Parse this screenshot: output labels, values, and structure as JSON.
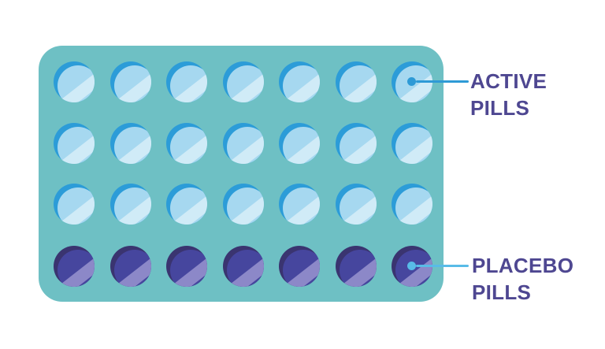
{
  "figure": {
    "background": "#ffffff",
    "pack": {
      "color": "#6EC0C4",
      "rows": [
        {
          "type": "active",
          "count": 7
        },
        {
          "type": "active",
          "count": 7
        },
        {
          "type": "active",
          "count": 7
        },
        {
          "type": "placebo",
          "count": 7
        }
      ]
    },
    "pill_styles": {
      "active": {
        "base": "#2C9CD8",
        "body": "#A6D8F0",
        "stripe": "#D0EBF7"
      },
      "placebo": {
        "base": "#3A3470",
        "body": "#46469E",
        "stripe": "#8C88C8"
      }
    },
    "label_color": "#4E4791",
    "annotations": [
      {
        "id": "active",
        "label_lines": [
          "ACTIVE",
          "PILLS"
        ],
        "connector_color": "#2E9AD6"
      },
      {
        "id": "placebo",
        "label_lines": [
          "PLACEBO",
          "PILLS"
        ],
        "connector_color": "#58BBE7"
      }
    ]
  }
}
